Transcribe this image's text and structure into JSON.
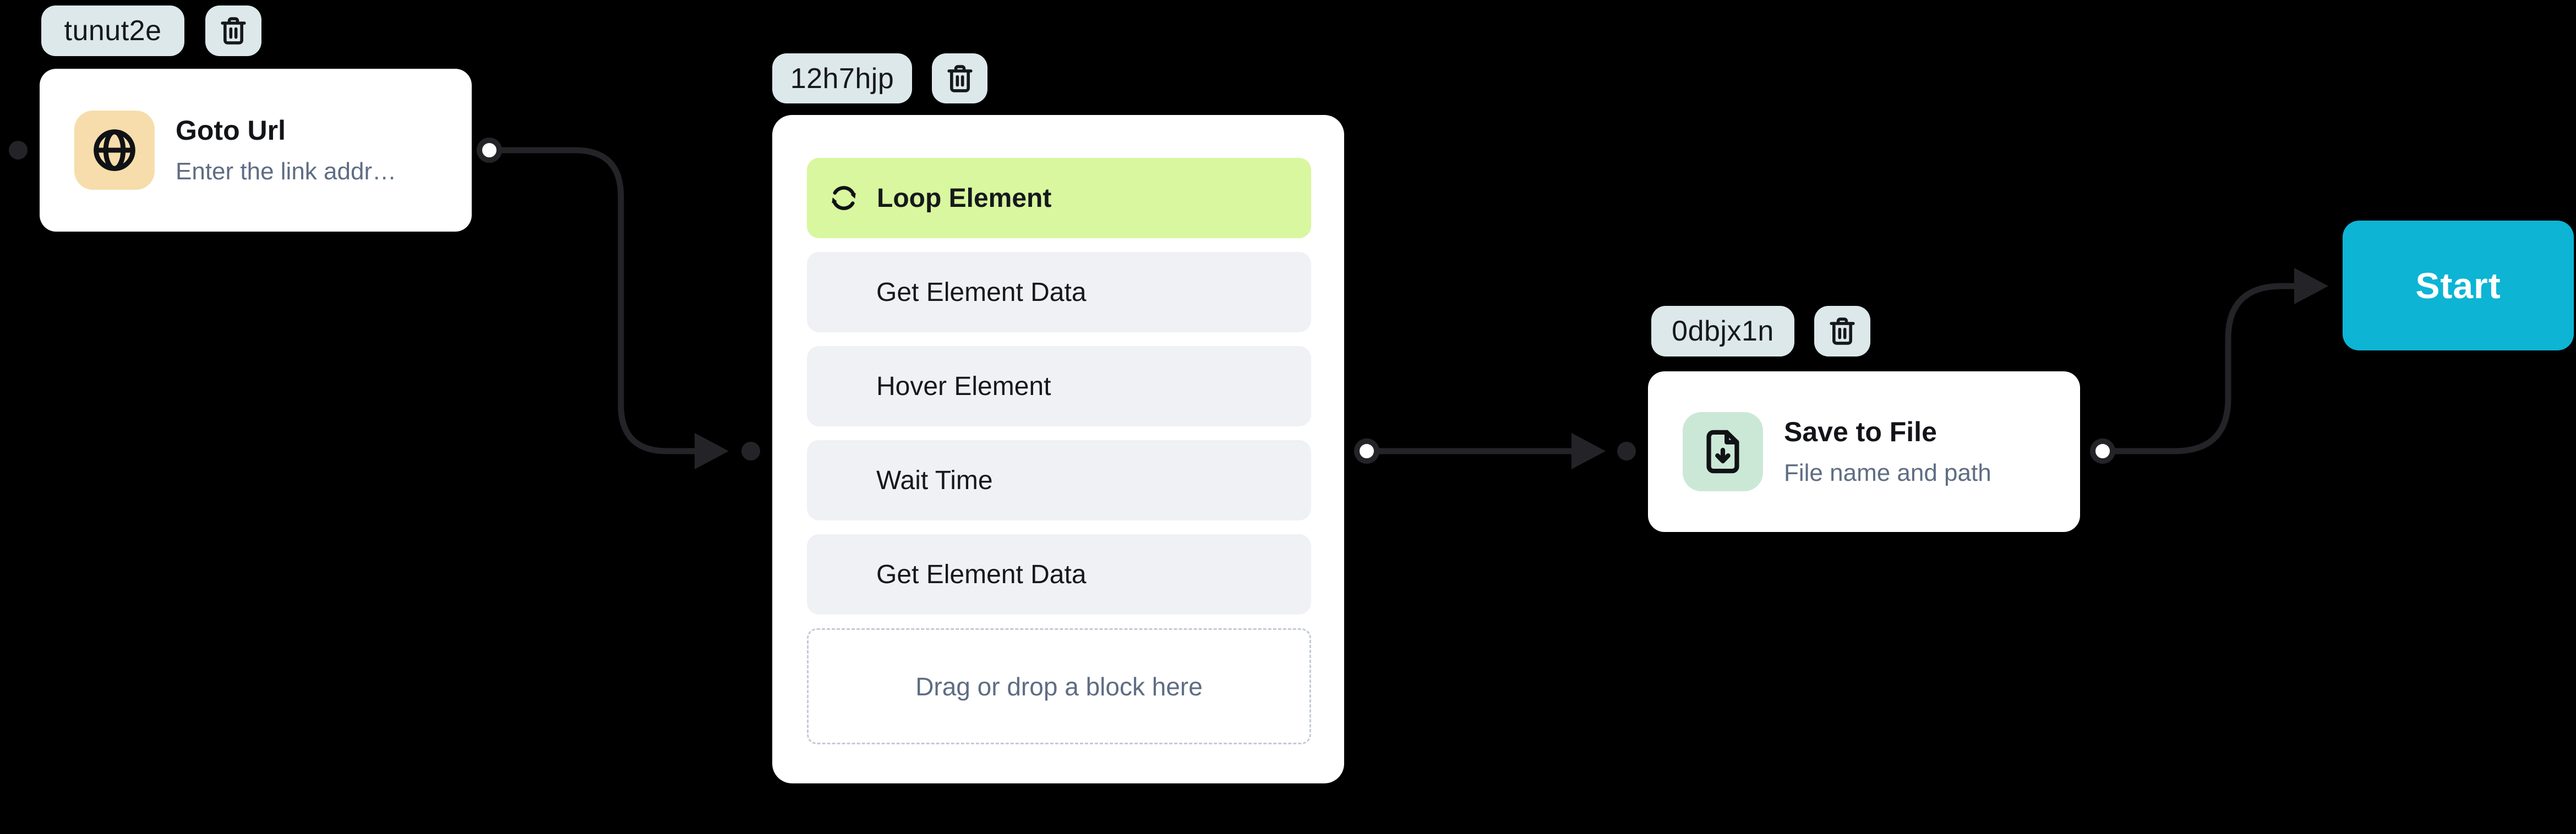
{
  "theme": {
    "background": "#000000",
    "badge_bg": "#dce8ea",
    "badge_text": "#16181c",
    "card_bg": "#ffffff",
    "title_color": "#121418",
    "subtitle_color": "#5f6d83",
    "goto_icon_bg": "#f7ddab",
    "save_icon_bg": "#cbe8d7",
    "loop_block_bg": "#d8f79e",
    "gray_block_bg": "#eff1f4",
    "block_text": "#16181c",
    "dropzone_border": "#c4cbd5",
    "dropzone_text": "#5f6d83",
    "edge": "#242428",
    "start_bg": "#0db4d4",
    "start_text": "#ffffff"
  },
  "nodes": {
    "goto": {
      "id_badge": "tunut2e",
      "delete_icon": "trash-icon",
      "icon": "globe-icon",
      "title": "Goto Url",
      "subtitle": "Enter the link addr…"
    },
    "group": {
      "id_badge": "12h7hjp",
      "delete_icon": "trash-icon",
      "blocks": [
        {
          "label": "Loop Element",
          "type": "loop",
          "icon": "loop-icon"
        },
        {
          "label": "Get Element Data",
          "type": "plain"
        },
        {
          "label": "Hover Element",
          "type": "plain"
        },
        {
          "label": "Wait Time",
          "type": "plain"
        },
        {
          "label": "Get Element Data",
          "type": "plain"
        }
      ],
      "dropzone_label": "Drag or drop a block here"
    },
    "save": {
      "id_badge": "0dbjx1n",
      "delete_icon": "trash-icon",
      "icon": "file-download-icon",
      "title": "Save to File",
      "subtitle": "File name and path"
    },
    "start": {
      "label": "Start"
    }
  }
}
